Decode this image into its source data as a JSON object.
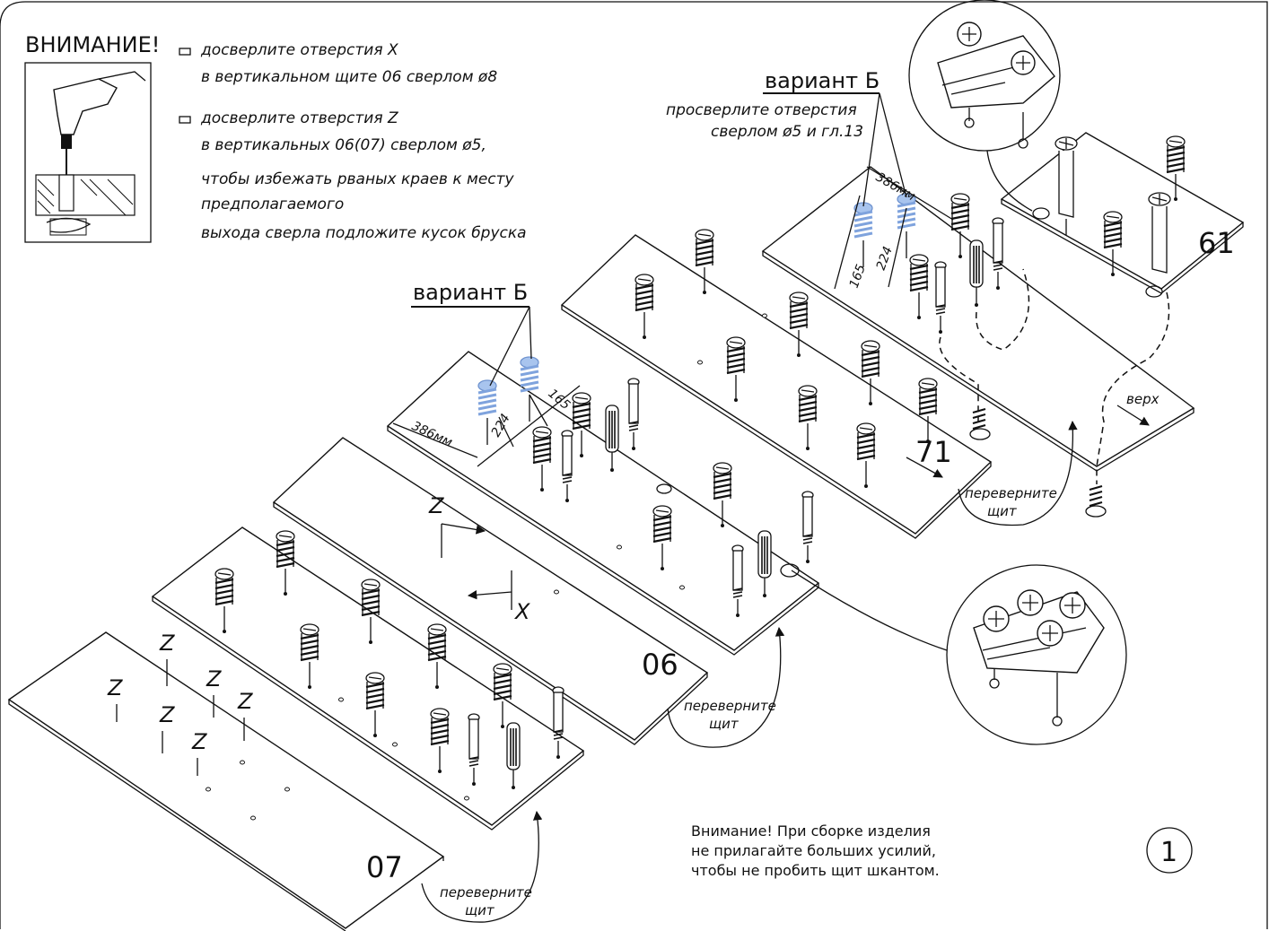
{
  "warning": {
    "title": "ВНИМАНИЕ!",
    "note1": [
      "досверлите отверстия X",
      "в вертикальном щите 06 сверлом ø8"
    ],
    "note2": [
      "досверлите отверстия Z",
      "в вертикальных 06(07) сверлом ø5,",
      "чтобы избежать рваных краев к месту",
      "предполагаемого",
      "выхода сверла подложите кусок бруска"
    ]
  },
  "variant_left": {
    "title": "вариант Б",
    "dims": [
      "386мм",
      "224",
      "165"
    ]
  },
  "variant_right": {
    "title": "вариант Б",
    "lines": [
      "просверлите отверстия",
      "сверлом ø5 и гл.13"
    ],
    "dims": [
      "386мм",
      "224",
      "165"
    ]
  },
  "parts": {
    "p07": "07",
    "p06": "06",
    "p71": "71",
    "p61": "61"
  },
  "letters": {
    "z": "Z",
    "x": "X"
  },
  "top_label": "верх",
  "flip_label": [
    "переверните",
    "щит"
  ],
  "caution": [
    "Внимание! При сборке изделия",
    "не прилагайте больших усилий,",
    "чтобы не пробить щит шкантом."
  ],
  "page_number": "1",
  "colors": {
    "blue_fitting": "#a8c4ee",
    "ink": "#111111"
  }
}
